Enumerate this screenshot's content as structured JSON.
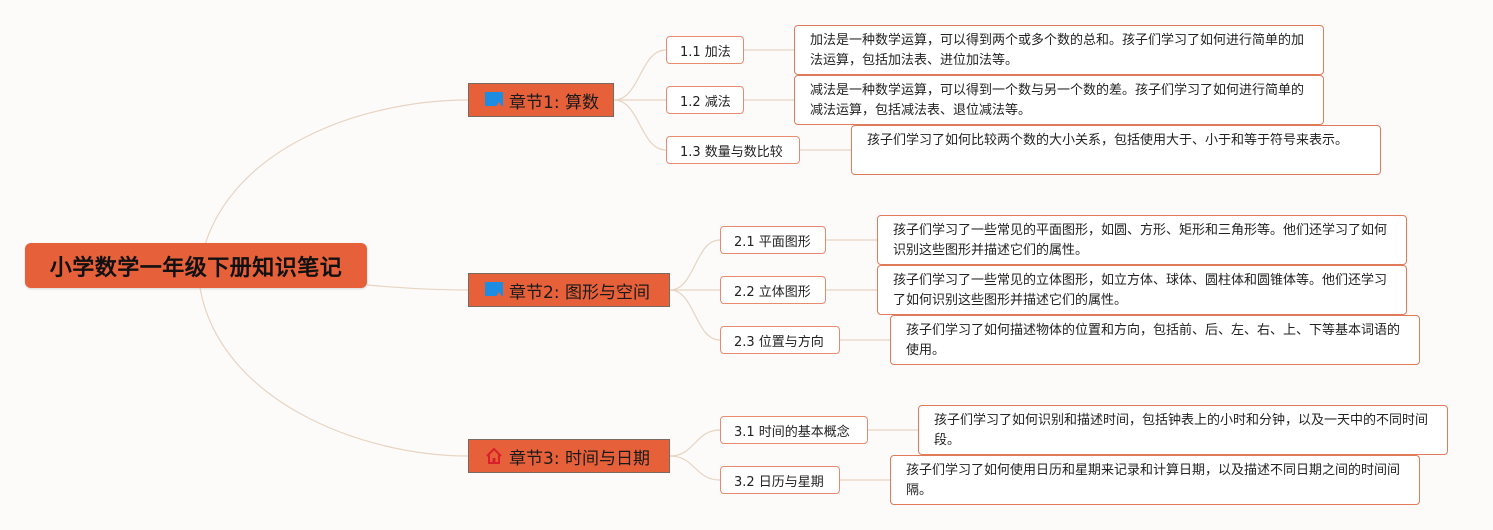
{
  "root": {
    "title": "小学数学一年级下册知识笔记"
  },
  "chapters": [
    {
      "title": "章节1: 算数",
      "icon": "book-icon",
      "topics": [
        {
          "label": "1.1 加法",
          "detail": "加法是一种数学运算，可以得到两个或多个数的总和。孩子们学习了如何进行简单的加法运算，包括加法表、进位加法等。"
        },
        {
          "label": "1.2 减法",
          "detail": "减法是一种数学运算，可以得到一个数与另一个数的差。孩子们学习了如何进行简单的减法运算，包括减法表、退位减法等。"
        },
        {
          "label": "1.3 数量与数比较",
          "detail": "孩子们学习了如何比较两个数的大小关系，包括使用大于、小于和等于符号来表示。"
        }
      ]
    },
    {
      "title": "章节2: 图形与空间",
      "icon": "book-icon",
      "topics": [
        {
          "label": "2.1 平面图形",
          "detail": "孩子们学习了一些常见的平面图形，如圆、方形、矩形和三角形等。他们还学习了如何识别这些图形并描述它们的属性。"
        },
        {
          "label": "2.2 立体图形",
          "detail": "孩子们学习了一些常见的立体图形，如立方体、球体、圆柱体和圆锥体等。他们还学习了如何识别这些图形并描述它们的属性。"
        },
        {
          "label": "2.3 位置与方向",
          "detail": "孩子们学习了如何描述物体的位置和方向，包括前、后、左、右、上、下等基本词语的使用。"
        }
      ]
    },
    {
      "title": "章节3: 时间与日期",
      "icon": "house-icon",
      "topics": [
        {
          "label": "3.1 时间的基本概念",
          "detail": "孩子们学习了如何识别和描述时间，包括钟表上的小时和分钟，以及一天中的不同时间段。"
        },
        {
          "label": "3.2 日历与星期",
          "detail": "孩子们学习了如何使用日历和星期来记录和计算日期，以及描述不同日期之间的时间间隔。"
        }
      ]
    }
  ]
}
